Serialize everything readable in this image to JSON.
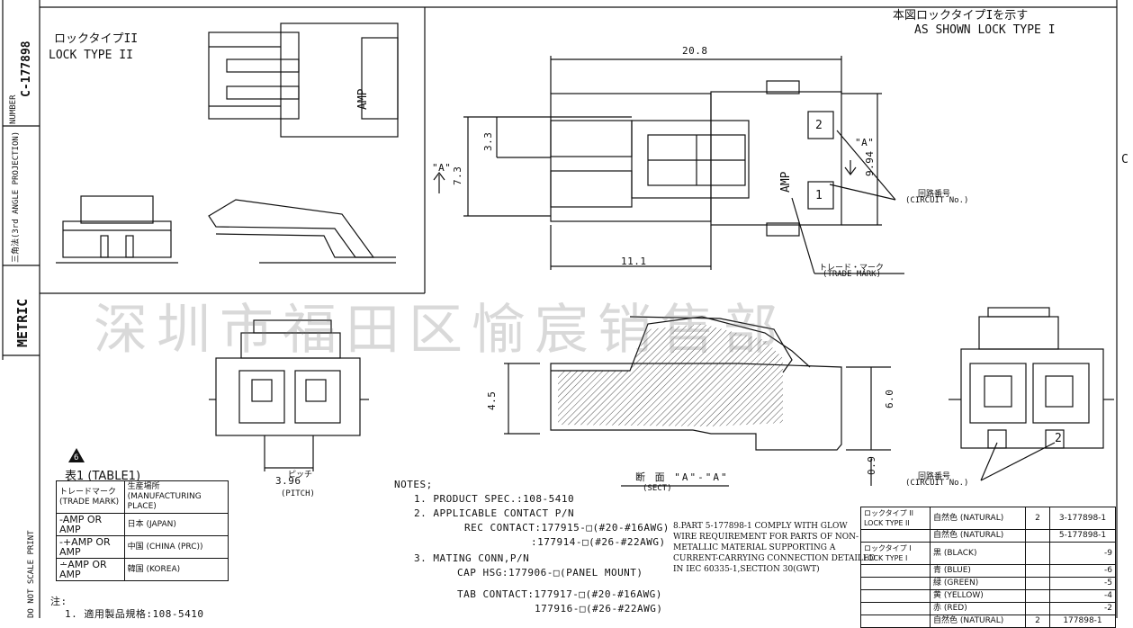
{
  "title_block": {
    "part_number": "C-177898",
    "number_label": "NUMBER",
    "projection_label": "三角法(3rd ANGLE PROJECTION)",
    "unit": "METRIC",
    "print_note": "DO NOT SCALE PRINT"
  },
  "lock_type_2": {
    "jp": "ロックタイプII",
    "en": "LOCK TYPE II"
  },
  "lock_type_1": {
    "jp": "本図ロックタイプIを示す",
    "en": "AS SHOWN LOCK TYPE I"
  },
  "dimensions": {
    "overall_length": "20.8",
    "height_3_3": "3.3",
    "height_7_3": "7.3",
    "height_9_94": "9.94",
    "length_11_1": "11.1",
    "pitch": "3.96",
    "section_4_5": "4.5",
    "section_6_0": "6.0",
    "section_0_9": "0.9"
  },
  "labels": {
    "section_marker_a": "\"A\"",
    "circuit_no_jp": "回路番号",
    "circuit_no_en": "(CIRCUIT No.)",
    "trade_mark_jp": "トレード・マーク",
    "trade_mark_en": "(TRADE MARK)",
    "pitch_jp": "ピッチ",
    "pitch_en": "(PITCH)",
    "section_title": "断 面 \"A\"-\"A\"",
    "section_en": "(SECT)",
    "cavity_1": "1",
    "cavity_2": "2",
    "amp_mark": "AMP",
    "rev_triangle": "6"
  },
  "table1": {
    "title": "表1 (TABLE1)",
    "headers": [
      "トレードマーク (TRADE MARK)",
      "生産場所 (MANUFACTURING PLACE)"
    ],
    "rows": [
      [
        "-AMP OR AMP",
        "日本 (JAPAN)"
      ],
      [
        "-+AMP OR AMP",
        "中国 (CHINA (PRC))"
      ],
      [
        "∸AMP OR AMP",
        "韓国 (KOREA)"
      ]
    ]
  },
  "notes": {
    "heading": "NOTES;",
    "items": [
      "1. PRODUCT SPEC.:108-5410",
      "2. APPLICABLE CONTACT P/N",
      "REC CONTACT:177915-□(#20-#16AWG)",
      ":177914-□(#26-#22AWG)",
      "3. MATING CONN,P/N",
      "CAP HSG:177906-□(PANEL MOUNT)",
      "TAB CONTACT:177917-□(#20-#16AWG)",
      "177916-□(#26-#22AWG)"
    ],
    "note8": [
      "8.PART 5-177898-1 COMPLY WITH GLOW",
      "WIRE REQUIREMENT FOR PARTS OF NON-",
      "METALLIC MATERIAL SUPPORTING A",
      "CURRENT-CARRYING CONNECTION DETAILED",
      "IN IEC 60335-1,SECTION 30(GWT)"
    ],
    "jp_heading": "注:",
    "jp_item": "1. 適用製品規格:108-5410"
  },
  "parts_table": {
    "rows": [
      [
        "ロックタイプ II LOCK TYPE II",
        "自然色 (NATURAL)",
        "2",
        "3-177898-1"
      ],
      [
        "",
        "自然色 (NATURAL)",
        "",
        "5-177898-1"
      ],
      [
        "ロックタイプ I LOCK TYPE I",
        "黒 (BLACK)",
        "",
        "-9"
      ],
      [
        "",
        "青 (BLUE)",
        "",
        "-6"
      ],
      [
        "",
        "緑 (GREEN)",
        "",
        "-5"
      ],
      [
        "",
        "黄 (YELLOW)",
        "",
        "-4"
      ],
      [
        "",
        "赤 (RED)",
        "",
        "-2"
      ],
      [
        "",
        "自然色 (NATURAL)",
        "2",
        "177898-1"
      ]
    ]
  },
  "watermark": "深圳市福田区愉宸销售部",
  "edge_mark": "C"
}
